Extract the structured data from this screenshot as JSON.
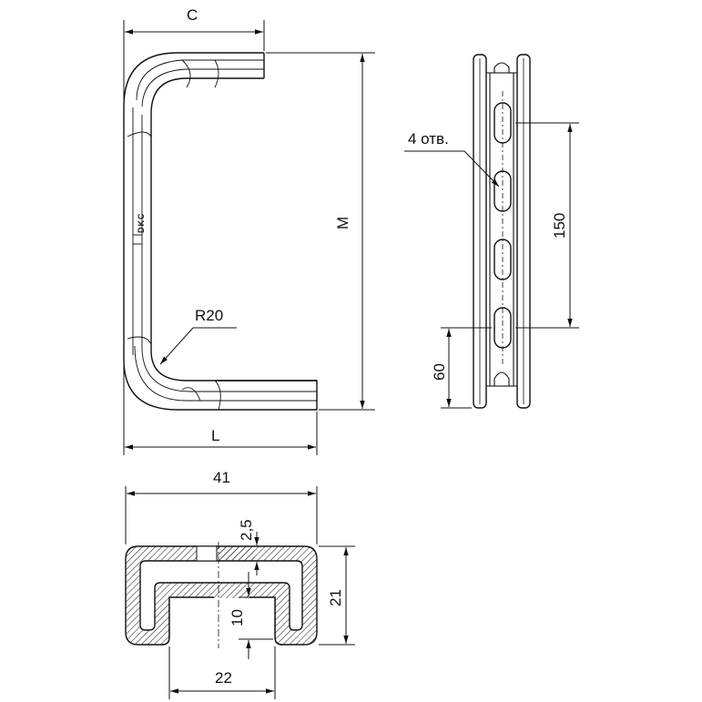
{
  "labels": {
    "dim_c": "C",
    "dim_m": "M",
    "dim_l": "L",
    "radius": "R20",
    "holes": "4 отв.",
    "dim_150": "150",
    "dim_60": "60",
    "dim_41": "41",
    "dim_2_5": "2,5",
    "dim_21": "21",
    "dim_10": "10",
    "dim_22": "22",
    "brand": "DKC"
  },
  "colors": {
    "line": "#111111",
    "fill": "#ffffff",
    "hatch": "#333333"
  }
}
